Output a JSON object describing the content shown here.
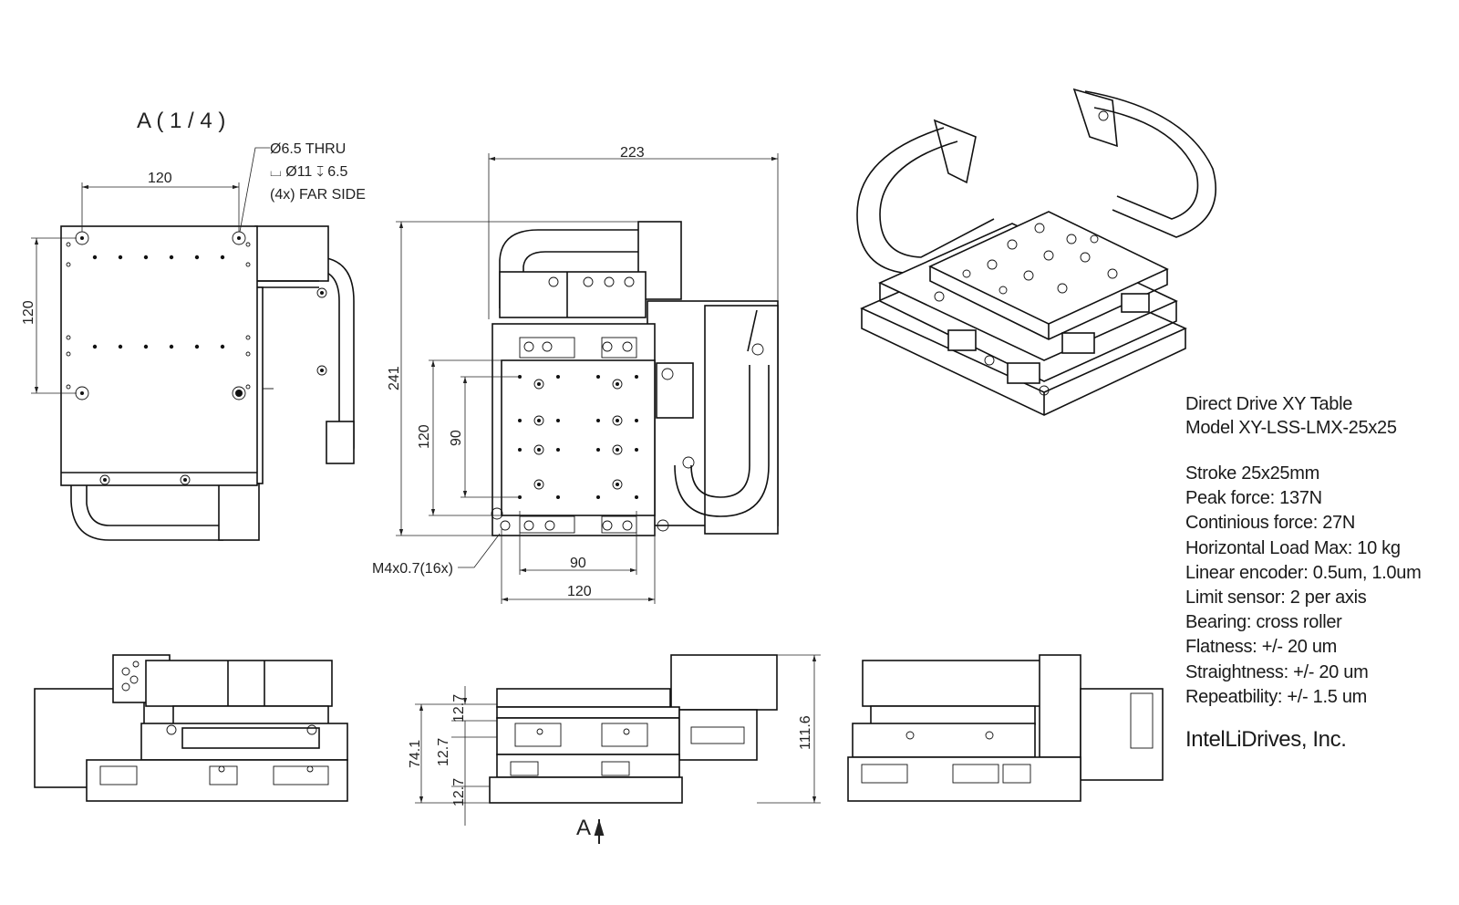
{
  "views": {
    "section_a_title": "A ( 1 / 4 )",
    "section_arrow_label": "A"
  },
  "callouts": {
    "hole_line1": "Ø6.5 THRU",
    "hole_line2": "⌴ Ø11 ↧ 6.5",
    "hole_line3": "(4x) FAR SIDE",
    "thread": "M4x0.7(16x)"
  },
  "dimensions": {
    "side_width": "120",
    "side_height": "120",
    "overall_width": "223",
    "overall_height": "241",
    "plate_height": "120",
    "hole_pitch_v": "90",
    "hole_pitch_h": "90",
    "plate_width": "120",
    "stage_height": "74.1",
    "layer_1": "12.7",
    "layer_2": "12.7",
    "layer_3": "12.7",
    "overall_side_height": "111.6"
  },
  "title_block": {
    "line1": "Direct Drive XY Table",
    "line2": "Model XY-LSS-LMX-25x25"
  },
  "specs": [
    "Stroke 25x25mm",
    "Peak force: 137N",
    "Continious force: 27N",
    "Horizontal Load Max: 10 kg",
    "Linear encoder: 0.5um, 1.0um",
    "Limit sensor: 2 per axis",
    "Bearing: cross roller",
    "Flatness: +/- 20 um",
    "Straightness: +/- 20 um",
    "Repeatbility: +/- 1.5 um"
  ],
  "company": "IntelLiDrives, Inc."
}
